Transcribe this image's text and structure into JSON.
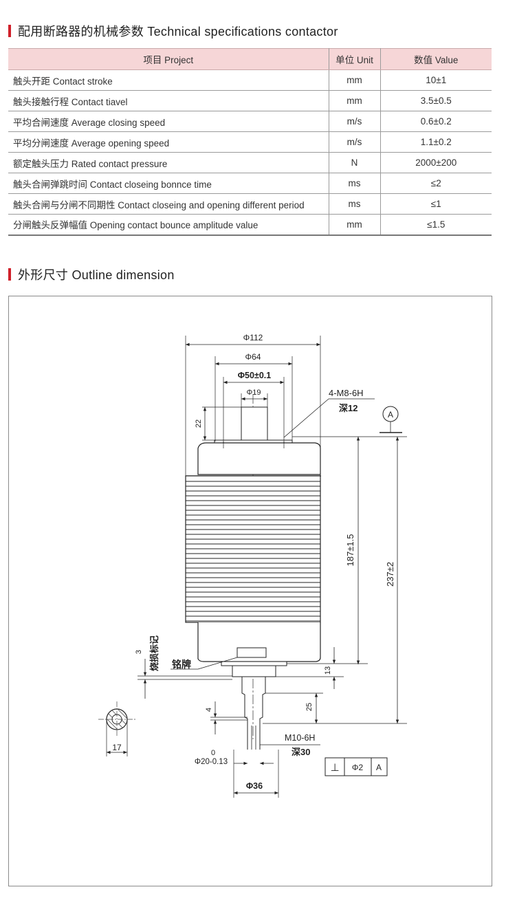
{
  "specs": {
    "title": "配用断路器的机械参数 Technical specifications contactor",
    "headers": {
      "item": "项目 Project",
      "unit": "单位 Unit",
      "value": "数值 Value"
    },
    "rows": [
      {
        "item": "触头开距 Contact stroke",
        "unit": "mm",
        "value": "10±1"
      },
      {
        "item": "触头接触行程 Contact tiavel",
        "unit": "mm",
        "value": "3.5±0.5"
      },
      {
        "item": "平均合闸速度 Average closing speed",
        "unit": "m/s",
        "value": "0.6±0.2"
      },
      {
        "item": "平均分闸速度 Average opening speed",
        "unit": "m/s",
        "value": "1.1±0.2"
      },
      {
        "item": "额定触头压力 Rated contact pressure",
        "unit": "N",
        "value": "2000±200"
      },
      {
        "item": "触头合闸弹跳时间 Contact closeing bonnce time",
        "unit": "ms",
        "value": "≤2"
      },
      {
        "item": "触头合闸与分闸不同期性 Contact closeing and opening different period",
        "unit": "ms",
        "value": "≤1"
      },
      {
        "item": "分闸触头反弹幅值 Opening contact bounce amplitude value",
        "unit": "mm",
        "value": "≤1.5"
      }
    ]
  },
  "outline": {
    "title": "外形尺寸 Outline dimension",
    "labels": {
      "d112": "Φ112",
      "d64": "Φ64",
      "d50": "Φ50±0.1",
      "d19": "Φ19",
      "h22": "22",
      "thread_top": "4-M8-6H",
      "depth_top": "深12",
      "datum": "A",
      "h187": "187±1.5",
      "h237": "237±2",
      "h3": "3",
      "wear_mark": "烧损标记",
      "nameplate": "铭牌",
      "h13": "13",
      "h25": "25",
      "h4": "4",
      "thread_bottom": "M10-6H",
      "depth_bottom": "深30",
      "tol_upper": "0",
      "d20": "Φ20-0.13",
      "d36": "Φ36",
      "section_17": "17",
      "tol_symbol": "⊥",
      "tol_value": "Φ2",
      "tol_datum": "A"
    }
  }
}
